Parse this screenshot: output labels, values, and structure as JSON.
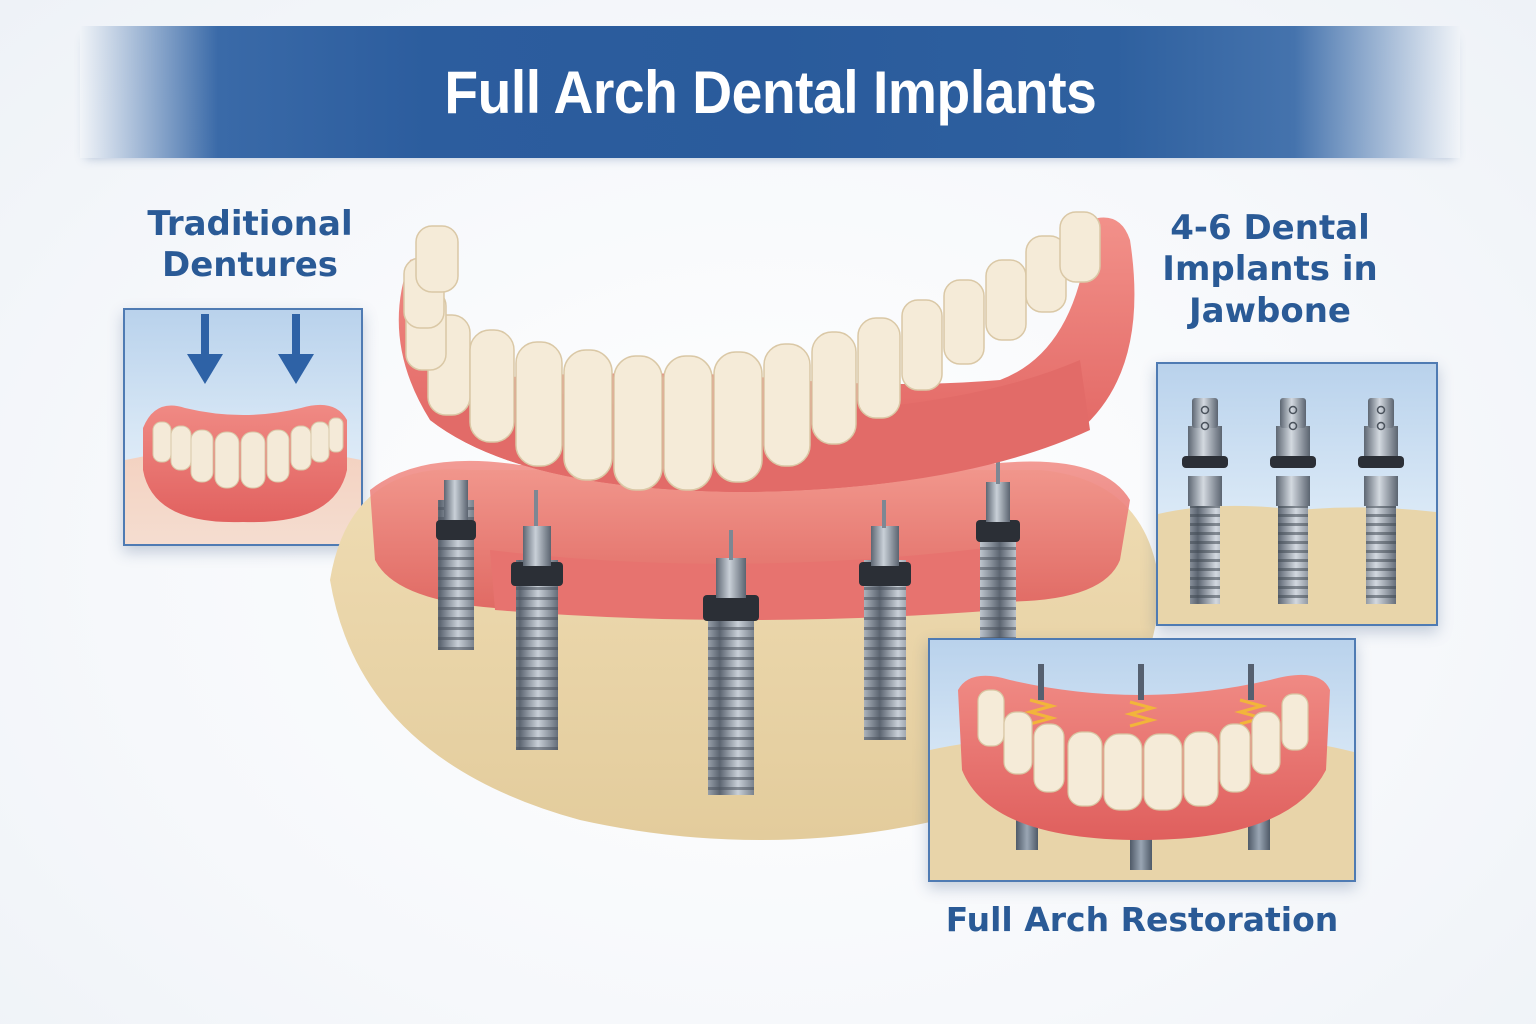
{
  "title": "Full Arch Dental Implants",
  "labels": {
    "traditional_dentures": [
      "Traditional",
      "Dentures"
    ],
    "implants_in_jawbone": [
      "4-6 Dental",
      "Implants in",
      "Jawbone"
    ],
    "full_arch_restoration": "Full Arch Restoration"
  },
  "main_illustration": {
    "description": "Lower full-arch denture floating above jaw with implants",
    "implant_count": 5
  },
  "panels": {
    "traditional_dentures": {
      "arrows": 2,
      "icon": "down-arrow-icon"
    },
    "implants_in_jawbone": {
      "implant_count": 3
    },
    "full_arch_restoration": {
      "implant_count": 3
    }
  },
  "colors": {
    "banner_blue": "#2c5d9e",
    "label_blue": "#2a5a96",
    "gum_pink": "#e8706c",
    "tooth_ivory": "#f3e7d2",
    "bone_tan": "#e7d3a8",
    "metal_gray": "#8b95a2"
  }
}
